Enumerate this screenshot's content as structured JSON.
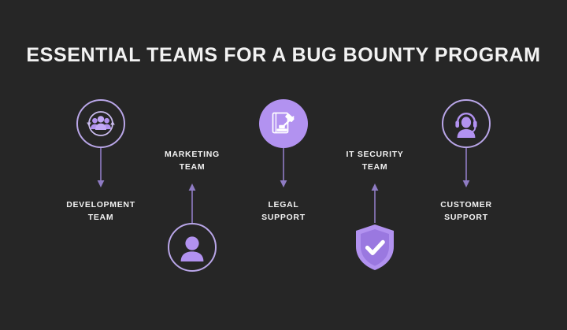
{
  "slide": {
    "background_color": "#262626",
    "title": "ESSENTIAL TEAMS FOR A BUG BOUNTY PROGRAM",
    "title_color": "#f2f2f2",
    "accent_color": "#b292f0",
    "outline_color": "#b9a6e8",
    "arrow_color": "#8f7cc4"
  },
  "teams": [
    {
      "id": "development",
      "label_line1": "DEVELOPMENT",
      "label_line2": "TEAM",
      "icon": "team-group-cycle-icon",
      "badge_style": "outline",
      "arrow_direction": "down",
      "order": 1
    },
    {
      "id": "marketing",
      "label_line1": "MARKETING",
      "label_line2": "TEAM",
      "icon": "person-circle-icon",
      "badge_style": "outline",
      "arrow_direction": "up",
      "order": 2
    },
    {
      "id": "legal",
      "label_line1": "LEGAL",
      "label_line2": "SUPPORT",
      "icon": "gavel-law-book-icon",
      "badge_style": "filled",
      "arrow_direction": "down",
      "order": 3
    },
    {
      "id": "it-security",
      "label_line1": "IT SECURITY",
      "label_line2": "TEAM",
      "icon": "shield-check-icon",
      "badge_style": "bare",
      "arrow_direction": "up",
      "order": 4
    },
    {
      "id": "customer-support",
      "label_line1": "CUSTOMER",
      "label_line2": "SUPPORT",
      "icon": "headset-agent-icon",
      "badge_style": "outline",
      "arrow_direction": "down",
      "order": 5
    }
  ]
}
